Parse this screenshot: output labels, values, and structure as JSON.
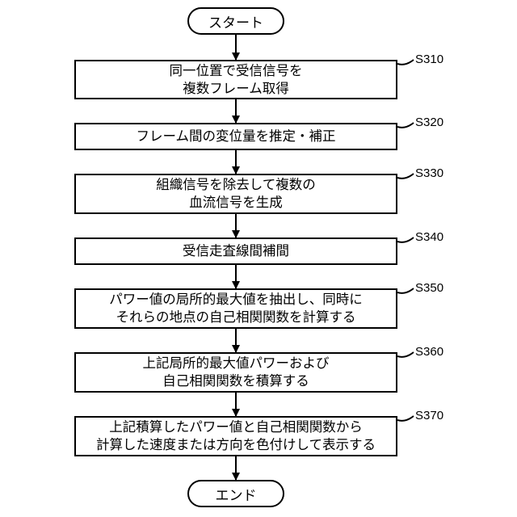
{
  "start": "スタート",
  "end": "エンド",
  "steps": [
    {
      "id": "S310",
      "lines": [
        "同一位置で受信信号を",
        "複数フレーム取得"
      ]
    },
    {
      "id": "S320",
      "lines": [
        "フレーム間の変位量を推定・補正"
      ]
    },
    {
      "id": "S330",
      "lines": [
        "組織信号を除去して複数の",
        "血流信号を生成"
      ]
    },
    {
      "id": "S340",
      "lines": [
        "受信走査線間補間"
      ]
    },
    {
      "id": "S350",
      "lines": [
        "パワー値の局所的最大値を抽出し、同時に",
        "それらの地点の自己相関関数を計算する"
      ]
    },
    {
      "id": "S360",
      "lines": [
        "上記局所的最大値パワーおよび",
        "自己相関関数を積算する"
      ]
    },
    {
      "id": "S370",
      "lines": [
        "上記積算したパワー値と自己相関関数から",
        "計算した速度または方向を色付けして表示する"
      ]
    }
  ]
}
